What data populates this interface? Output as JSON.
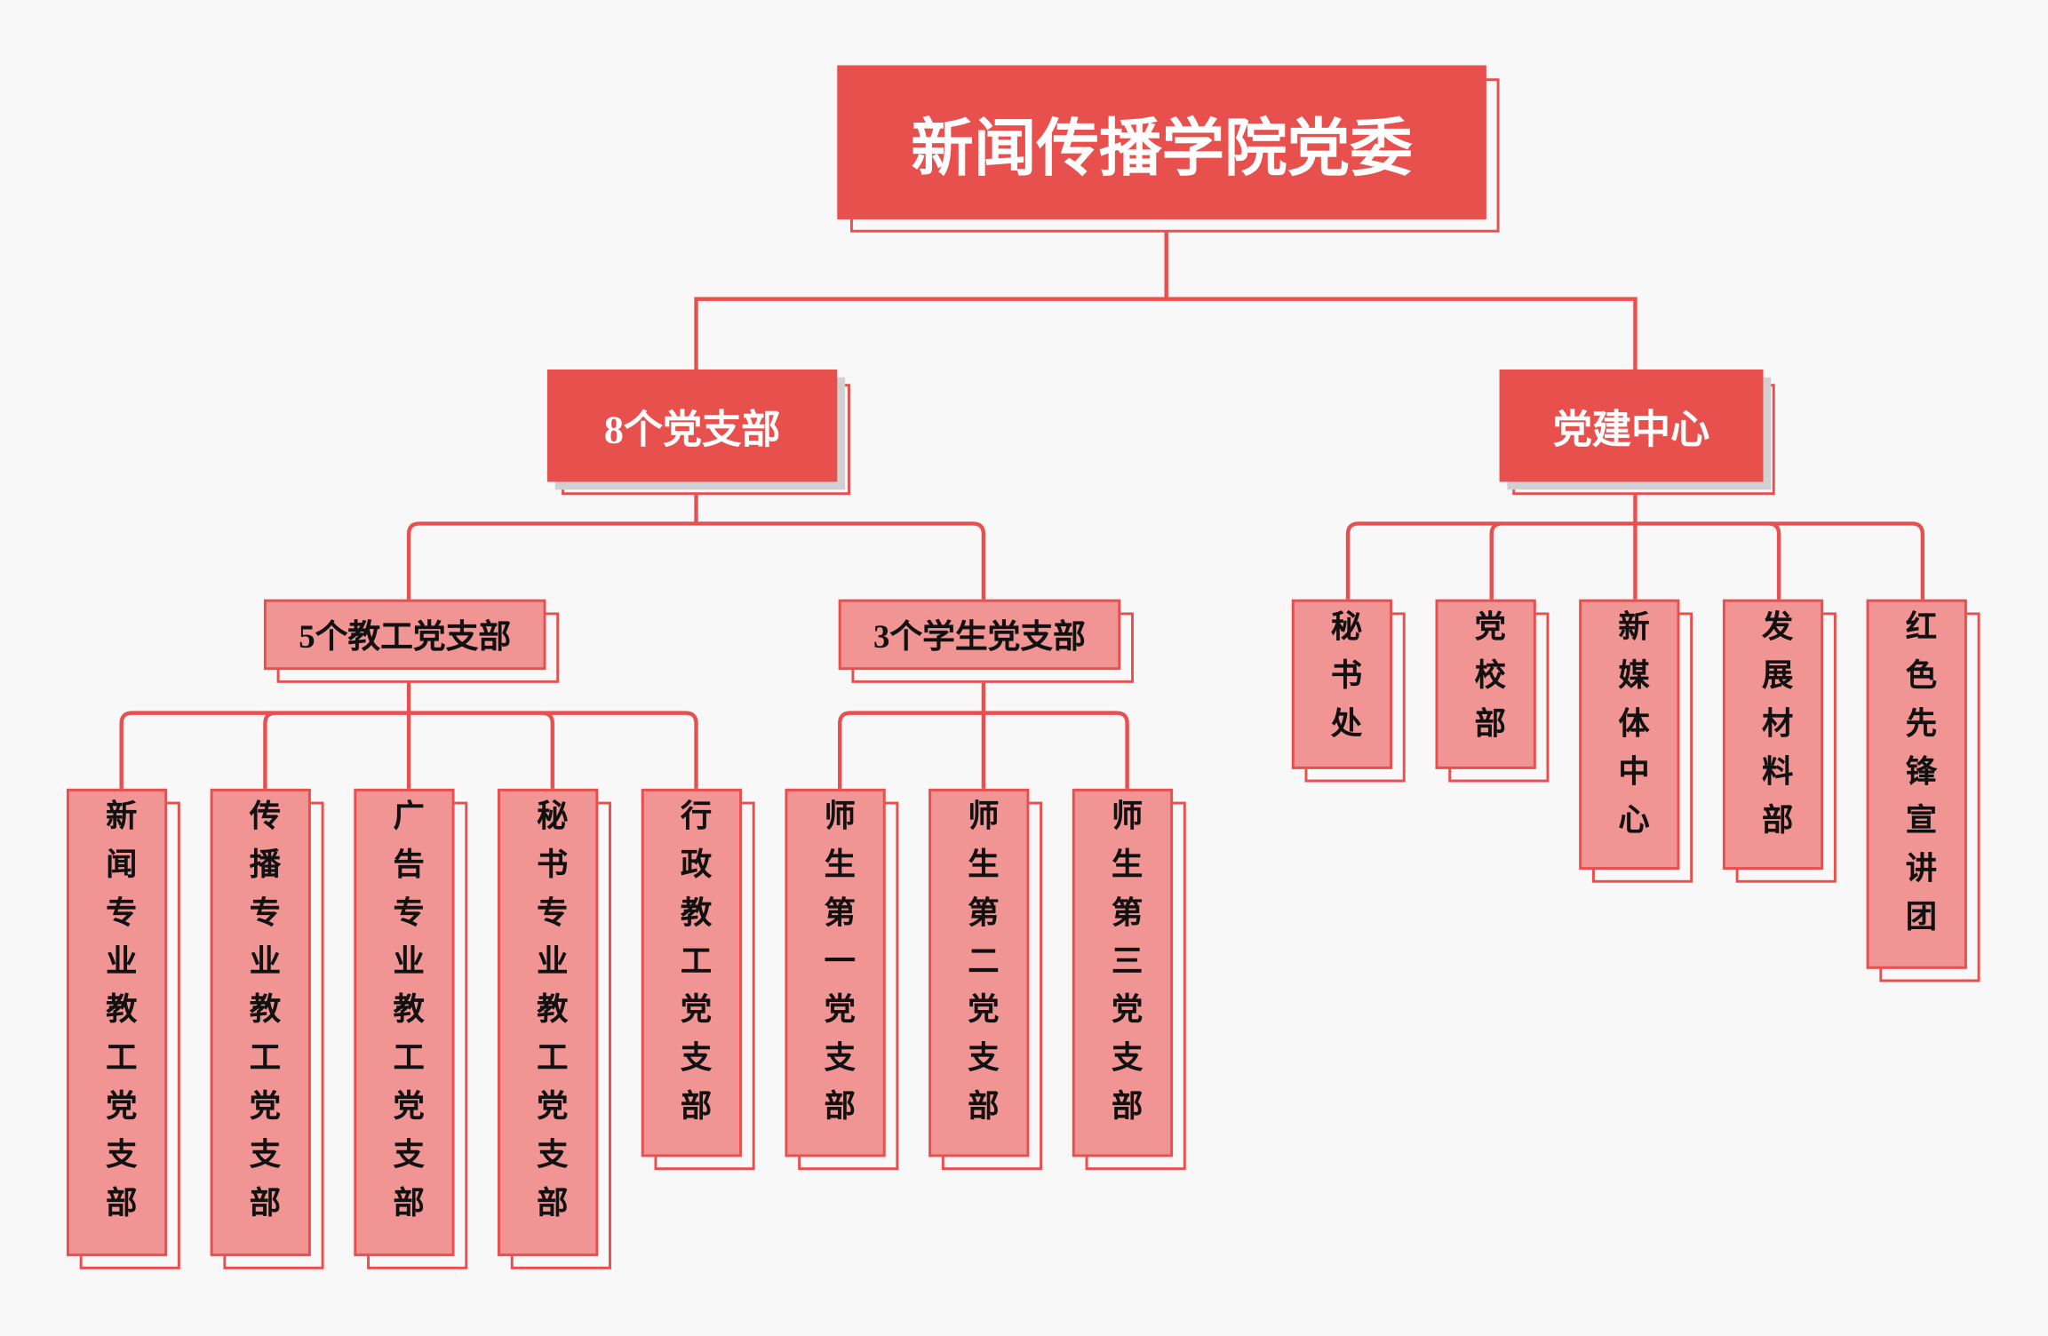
{
  "root": {
    "title": "新闻传播学院党委"
  },
  "branches": [
    {
      "title": "8个党支部",
      "groups": [
        {
          "title": "5个教工党支部",
          "children": [
            "新闻专业教工党支部",
            "传播专业教工党支部",
            "广告专业教工党支部",
            "秘书专业教工党支部",
            "行政教工党支部"
          ]
        },
        {
          "title": "3个学生党支部",
          "children": [
            "师生第一党支部",
            "师生第二党支部",
            "师生第三党支部"
          ]
        }
      ]
    },
    {
      "title": "党建中心",
      "children": [
        "秘书处",
        "党校部",
        "新媒体中心",
        "发展材料部",
        "红色先锋宣讲团"
      ]
    }
  ],
  "colors": {
    "primary": "#e8504e",
    "light": "#f09594",
    "line": "#e85050",
    "background": "#f8f8f8"
  }
}
